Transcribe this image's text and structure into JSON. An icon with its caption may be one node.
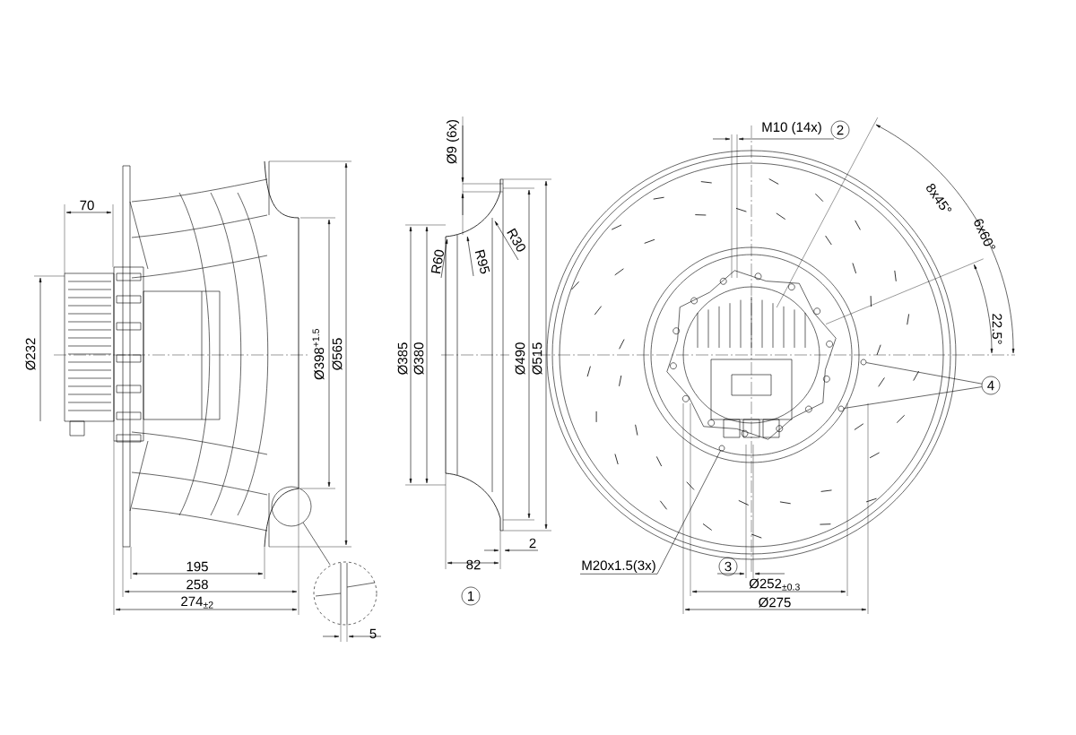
{
  "diagram": {
    "nodes": [
      {
        "text": [
          "2"
        ]
      },
      {
        "text": [
          "4"
        ]
      },
      {
        "text": [],
        "shape": "circle"
      },
      {
        "text": [],
        "shape": "circle"
      },
      {
        "text": [
          "M20x1.5(3x)"
        ]
      },
      {
        "text": [],
        "shape": "circle"
      },
      {
        "text": [
          "1"
        ]
      },
      {
        "text": [
          "3"
        ]
      }
    ],
    "edges": [
      {
        "from": 1,
        "to": 2,
        "arrow": "none"
      },
      {
        "from": 1,
        "to": 3,
        "arrow": "none"
      },
      {
        "from": 4,
        "to": 5,
        "arrow": "none"
      }
    ],
    "labels": [
      "Ø9 (6x)",
      "M10 (14x)",
      "8x45°",
      "6x60°",
      "70",
      "R60",
      "R95",
      "R30",
      "Ø232",
      "Ø398$^{+1.5}$",
      "Ø565",
      "Ø385",
      "Ø380",
      "Ø490",
      "Ø515",
      "22.5°",
      "2",
      "195",
      "82",
      "258",
      "Ø252$_{±0.3}$",
      "274$_{±2}$",
      "Ø275",
      "5"
    ]
  }
}
